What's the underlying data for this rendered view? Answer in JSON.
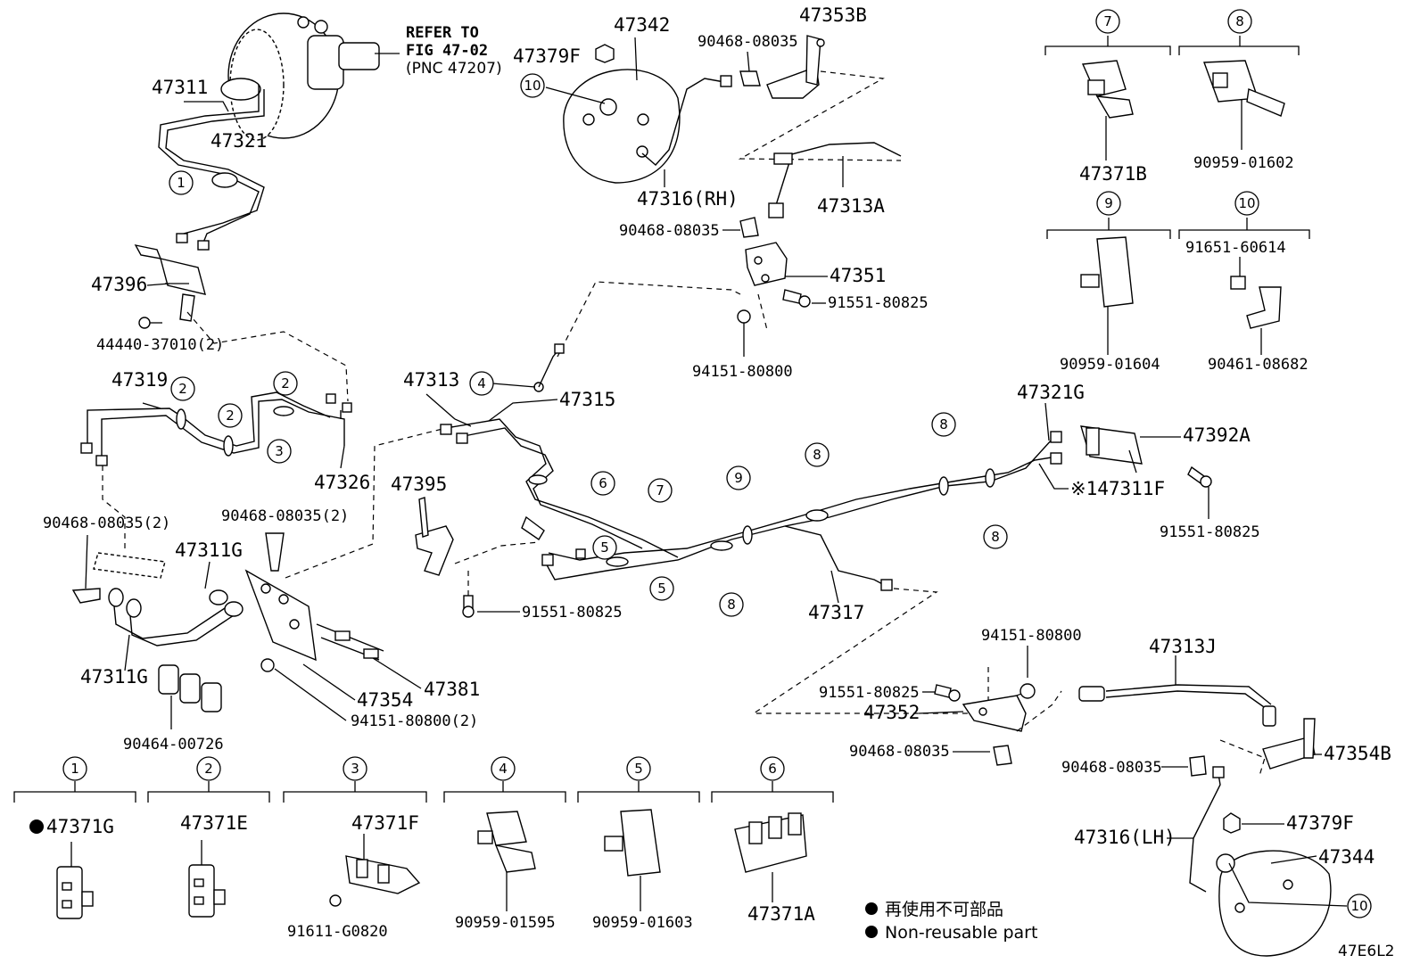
{
  "note": {
    "line1": "REFER TO",
    "line2": "FIG 47-02",
    "line3": "(PNC 47207)"
  },
  "labels": {
    "p47311": "47311",
    "p47321": "47321",
    "p47396": "47396",
    "p44440": "44440-37010(2)",
    "p47319": "47319",
    "p47326": "47326",
    "p90468a": "90468-08035(2)",
    "p90468b": "90468-08035(2)",
    "p47311G1": "47311G",
    "p47311G2": "47311G",
    "p47354": "47354",
    "p47381": "47381",
    "p94151b": "94151-80800(2)",
    "p90464": "90464-00726",
    "p47342": "47342",
    "p47379Fa": "47379F",
    "p47316rh": "47316(RH)",
    "p90468c": "90468-08035",
    "p47353B": "47353B",
    "p90468d": "90468-08035",
    "p47313A": "47313A",
    "p47351": "47351",
    "p91551a": "91551-80825",
    "p94151a": "94151-80800",
    "p47313": "47313",
    "p47315": "47315",
    "p47395": "47395",
    "p91551b": "91551-80825",
    "p47317": "47317",
    "p47321G": "47321G",
    "p47392A": "47392A",
    "p47311F": "※147311F",
    "p91551c": "91551-80825",
    "p47371B": "47371B",
    "p90959_01602": "90959-01602",
    "p91651": "91651-60614",
    "p90959_01604": "90959-01604",
    "p90461": "90461-08682",
    "p94151c": "94151-80800",
    "p47313J": "47313J",
    "p91551d": "91551-80825",
    "p47352": "47352",
    "p90468e": "90468-08035",
    "p90468f": "90468-08035",
    "p47354B": "47354B",
    "p47379Fb": "47379F",
    "p47316lh": "47316(LH)",
    "p47344": "47344",
    "p47371G": "47371G",
    "p47371E": "47371E",
    "p47371F": "47371F",
    "p91611": "91611-G0820",
    "p90959_01595": "90959-01595",
    "p90959_01603": "90959-01603",
    "p47371A": "47371A"
  },
  "callouts": [
    "1",
    "2",
    "3",
    "4",
    "5",
    "6",
    "7",
    "8",
    "9",
    "10"
  ],
  "legend": {
    "jp": "再使用不可部品",
    "en": "Non-reusable part"
  },
  "figure_code": "47E6L2"
}
